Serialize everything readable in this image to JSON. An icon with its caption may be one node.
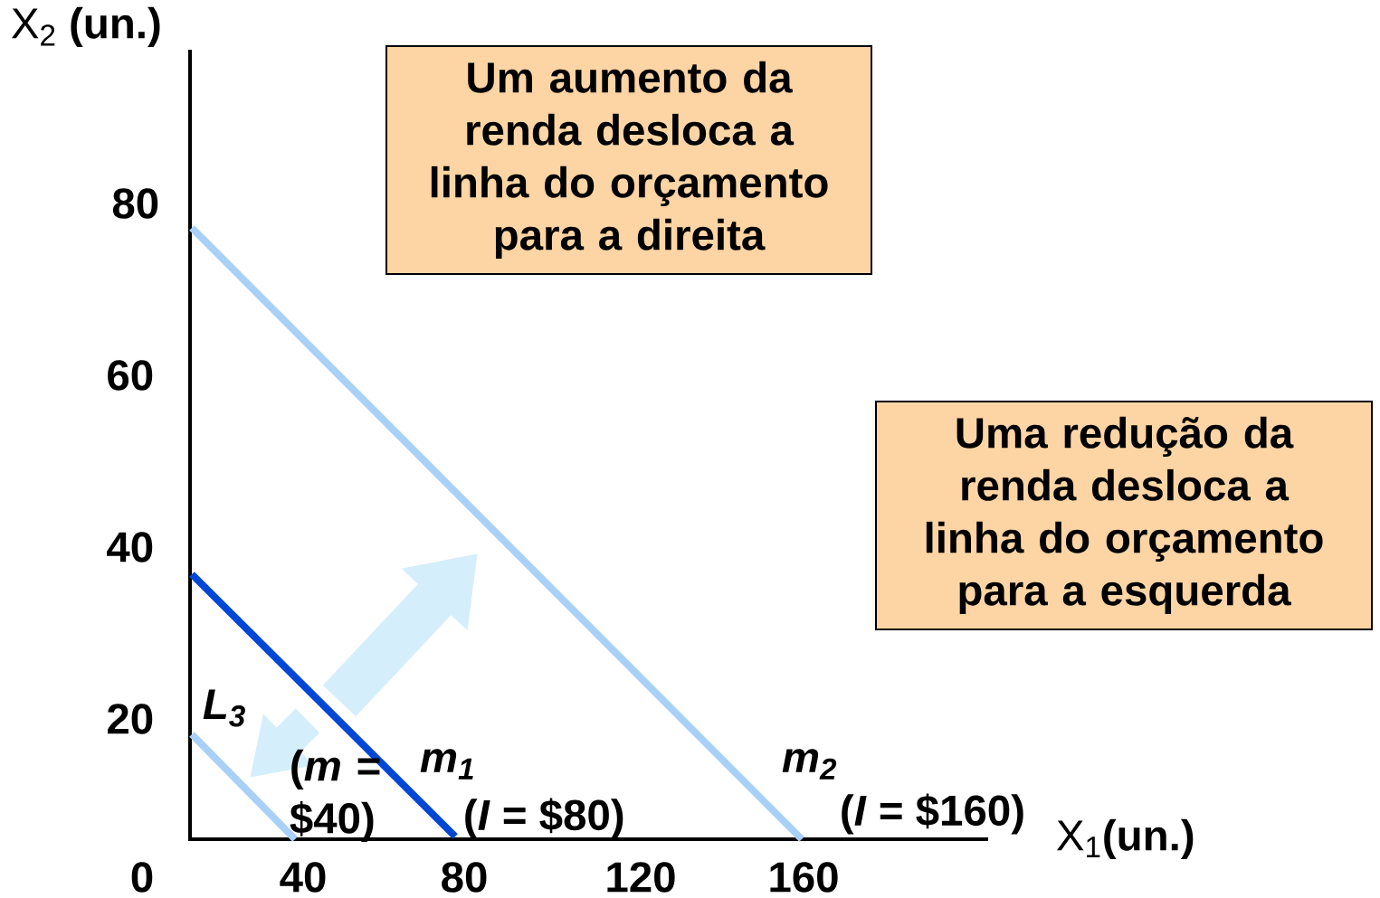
{
  "diagram": {
    "nodes": [
      {
        "text": [
          "Um aumento da renda desloca a linha do orçamento para a direita"
        ]
      },
      {
        "text": [
          "Uma redução da renda desloca a linha do orçamento para a esquerda"
        ]
      }
    ],
    "labels": [
      "X$_{2}$ **(un.)**",
      "80",
      "60",
      "40",
      "20",
      "L$_{3}$",
      "m$_{1}$",
      "m$_{2}$",
      "(*m* = $40)",
      "(*I* = $80)",
      "(*I* = $160)",
      "X$_{1}$**(un.)**",
      "0",
      "40",
      "80",
      "120",
      "160"
    ]
  }
}
